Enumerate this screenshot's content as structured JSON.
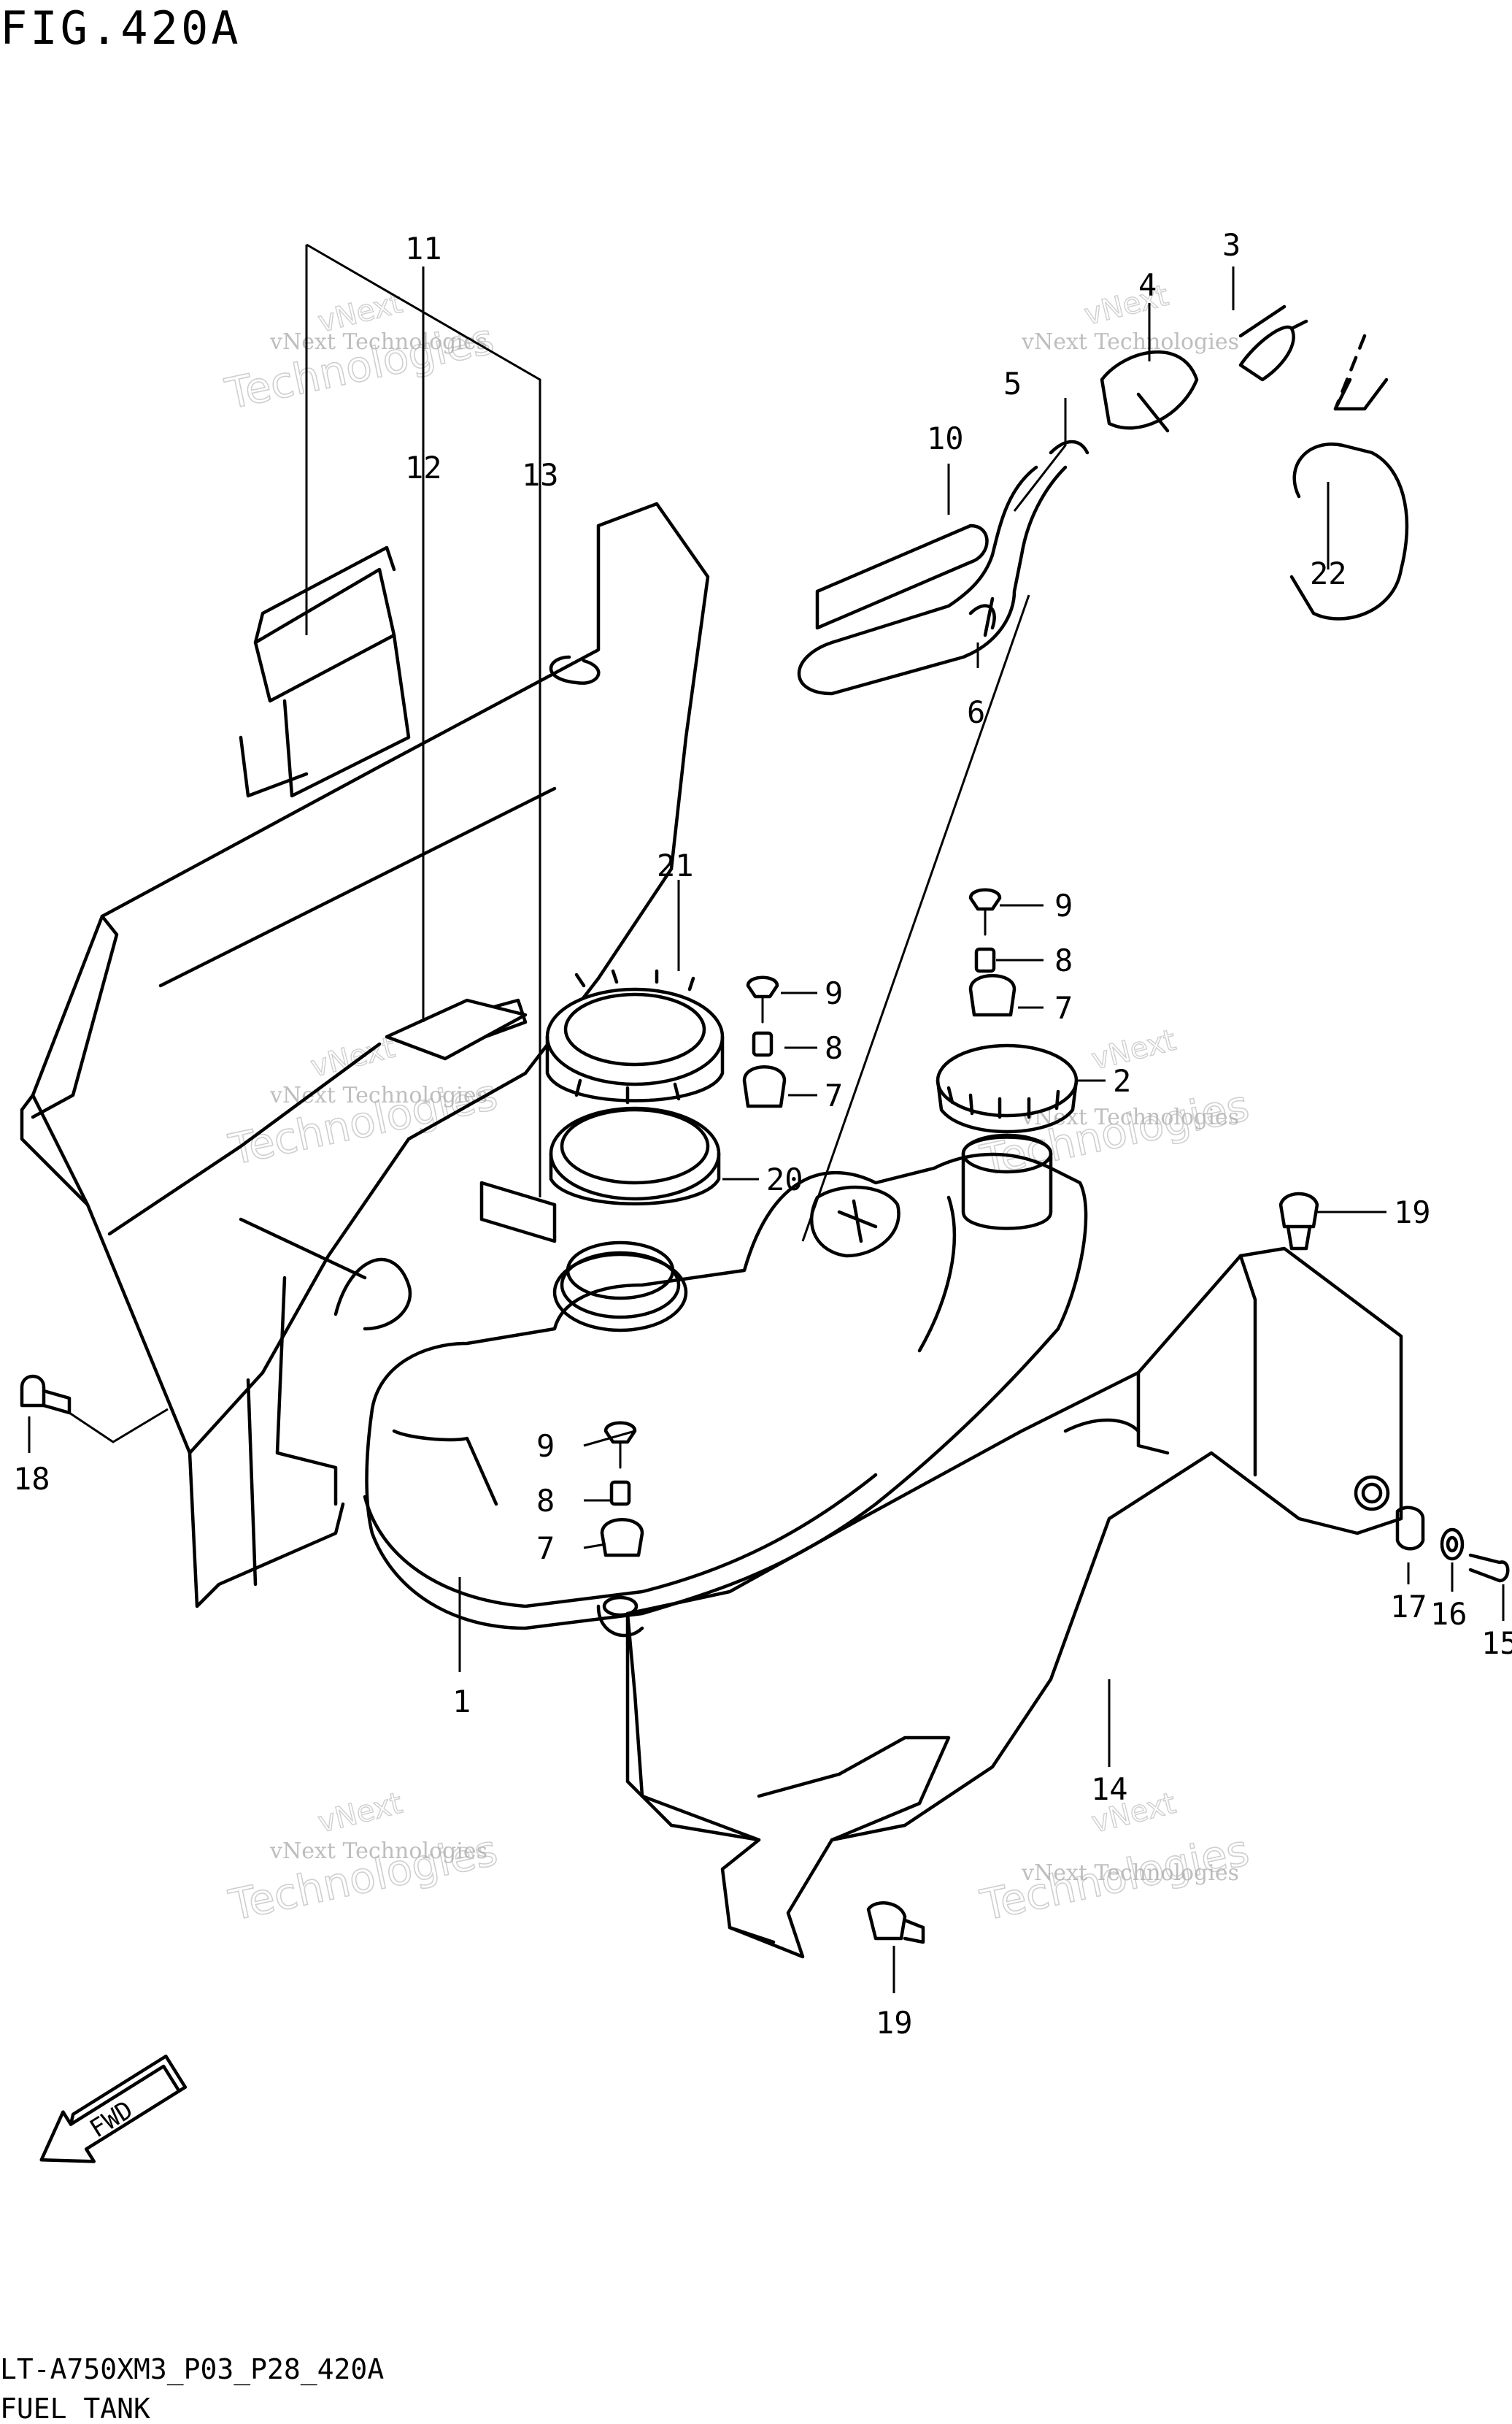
{
  "figure": {
    "title": "FIG.420A",
    "drawing_code": "LT-A750XM3_P03_P28_420A",
    "caption": "FUEL TANK"
  },
  "watermark": {
    "line1": "vNext Technologies",
    "big": "Technologies",
    "brand": "vNext"
  },
  "callouts": {
    "c1": "1",
    "c2": "2",
    "c3": "3",
    "c4": "4",
    "c5": "5",
    "c6": "6",
    "c7a": "7",
    "c7b": "7",
    "c7c": "7",
    "c8a": "8",
    "c8b": "8",
    "c8c": "8",
    "c9a": "9",
    "c9b": "9",
    "c9c": "9",
    "c10": "10",
    "c11": "11",
    "c12": "12",
    "c13": "13",
    "c14": "14",
    "c15": "15",
    "c16": "16",
    "c17": "17",
    "c18": "18",
    "c19a": "19",
    "c19b": "19",
    "c20": "20",
    "c21": "21",
    "c22": "22"
  },
  "fwd_arrow": {
    "label": "FWD",
    "icon": "fwd-arrow-icon"
  },
  "colors": {
    "ink": "#000000",
    "paper": "#ffffff",
    "watermark": "#9a9a9a"
  }
}
